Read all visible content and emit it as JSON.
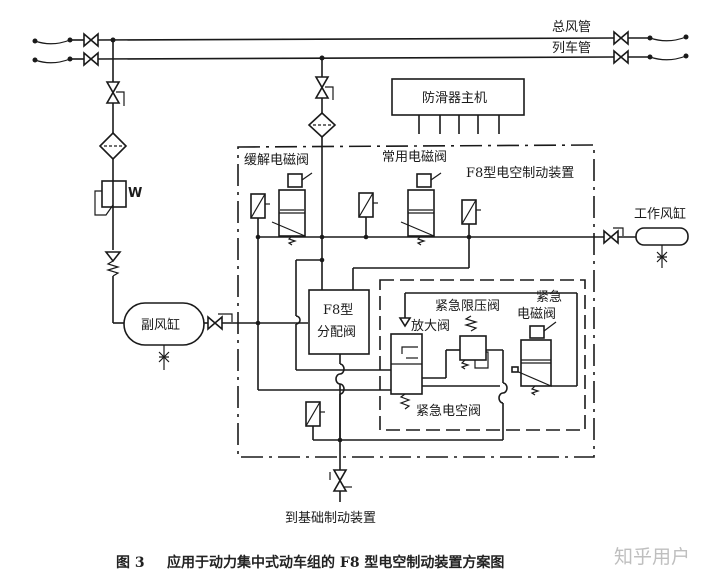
{
  "diagram": {
    "pipes": {
      "main_reservoir_pipe": "总风管",
      "train_pipe": "列车管"
    },
    "antiskid_host": "防滑器主机",
    "device_frame_label": "F8型电空制动装置",
    "valves": {
      "release_solenoid": "缓解电磁阀",
      "service_solenoid": "常用电磁阀",
      "distributor_line1": "F8型",
      "distributor_line2": "分配阀",
      "emergency_limit": "紧急限压阀",
      "emergency_solenoid_line1": "紧急",
      "emergency_solenoid_line2": "电磁阀",
      "amplifier": "放大阀",
      "emergency_ep": "紧急电空阀"
    },
    "reservoirs": {
      "auxiliary": "副风缸",
      "working": "工作风缸"
    },
    "to_foundation": "到基础制动装置",
    "check_valve_mark": "W"
  },
  "caption": {
    "figure_no": "图 3",
    "title": "应用于动力集中式动车组的 F8 型电空制动装置方案图"
  },
  "watermark": "知乎用户"
}
